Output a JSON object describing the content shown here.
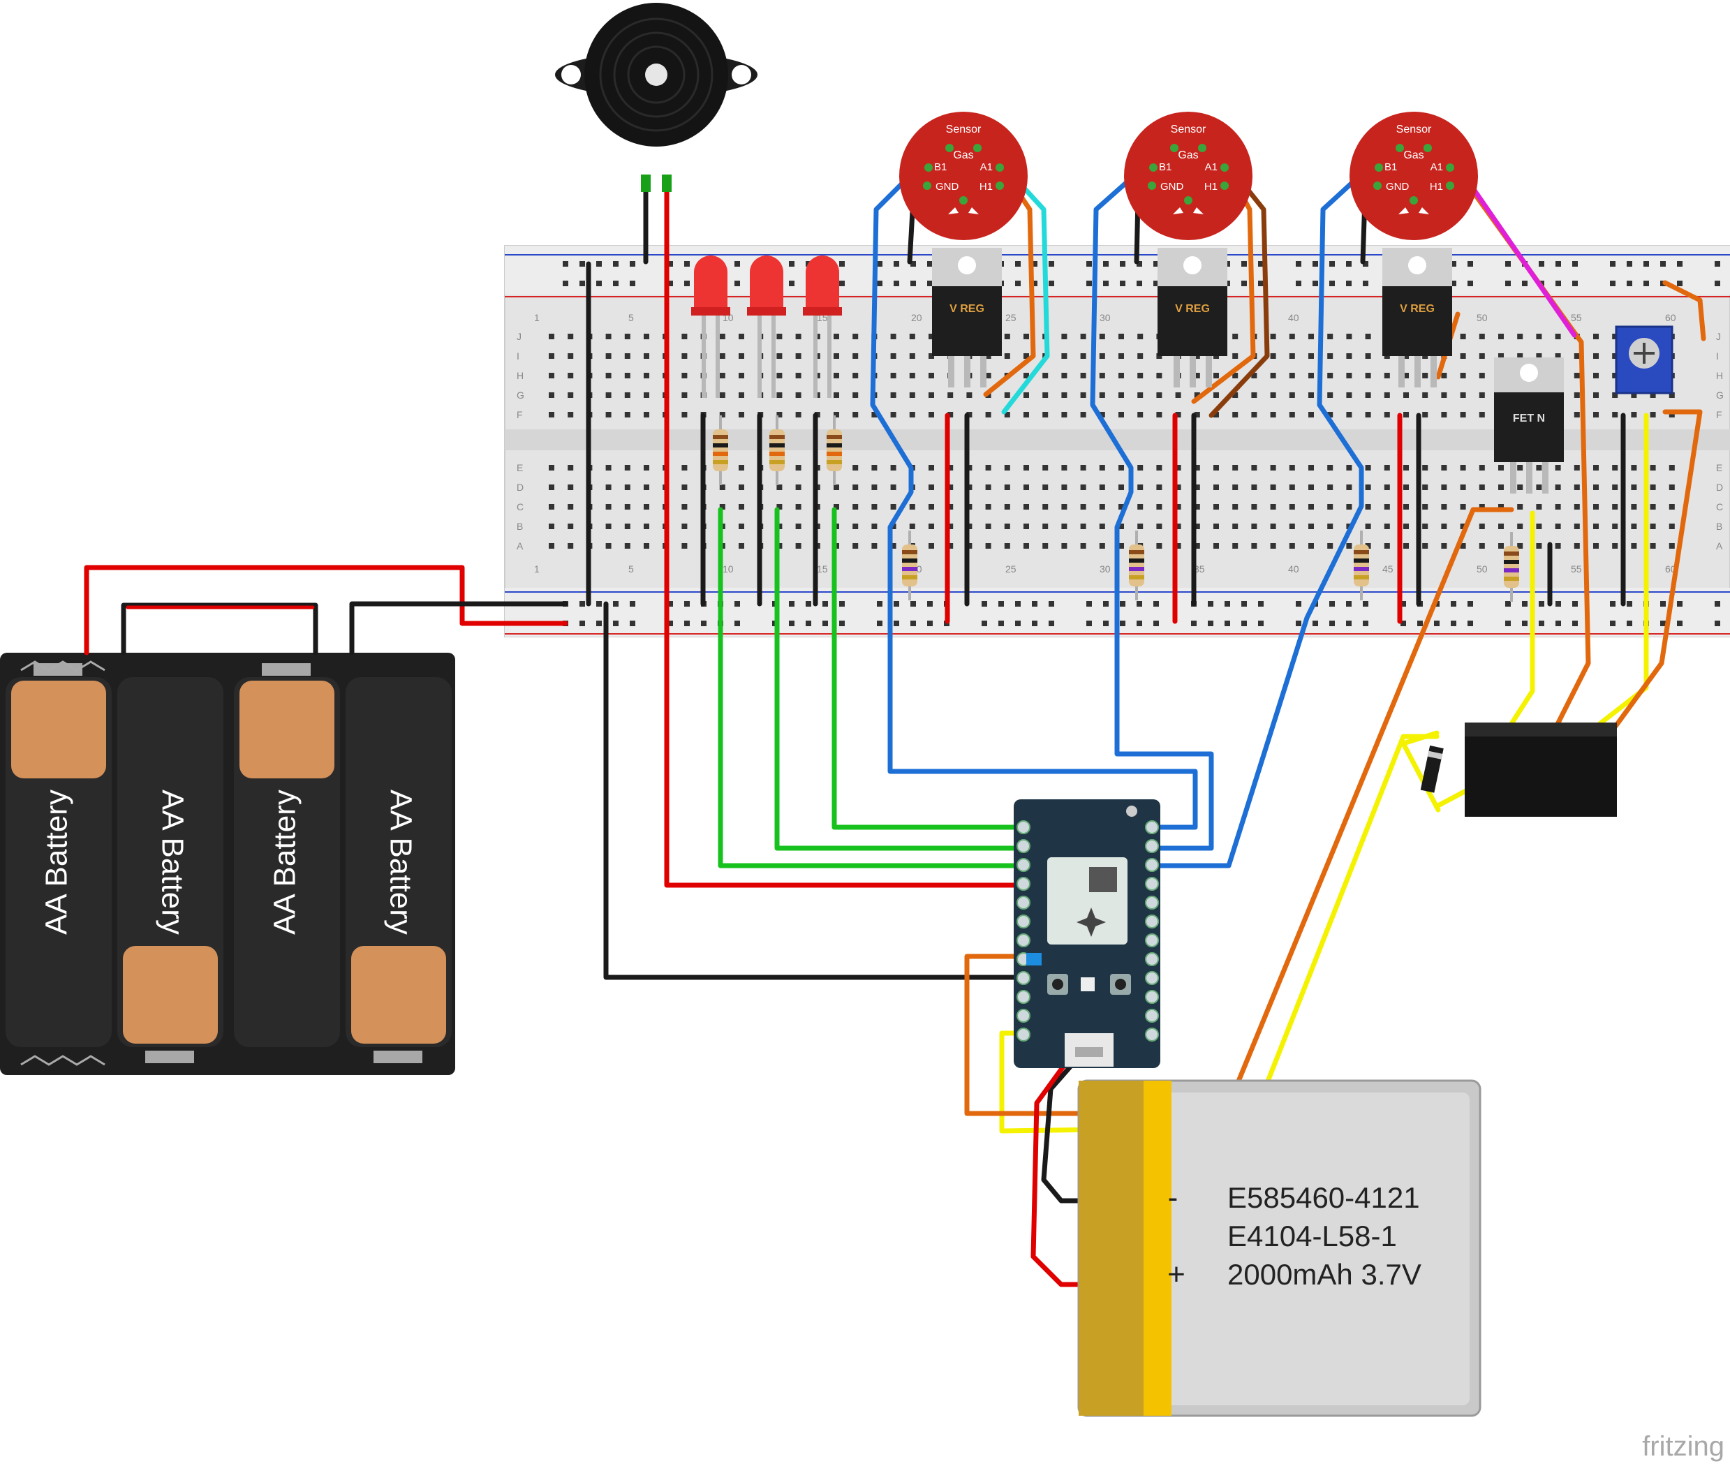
{
  "watermark": "fritzing",
  "batteries": {
    "cell_label": "AA Battery",
    "count": 4
  },
  "gas_sensors": [
    {
      "title": "Sensor",
      "subtitle": "Gas",
      "pin_b1": "B1",
      "pin_a1": "A1",
      "pin_gnd": "GND",
      "pin_h1": "H1"
    },
    {
      "title": "Sensor",
      "subtitle": "Gas",
      "pin_b1": "B1",
      "pin_a1": "A1",
      "pin_gnd": "GND",
      "pin_h1": "H1"
    },
    {
      "title": "Sensor",
      "subtitle": "Gas",
      "pin_b1": "B1",
      "pin_a1": "A1",
      "pin_gnd": "GND",
      "pin_h1": "H1"
    }
  ],
  "regulators": [
    {
      "label": "V REG"
    },
    {
      "label": "V REG"
    },
    {
      "label": "V REG"
    }
  ],
  "mosfet": {
    "label": "FET N"
  },
  "breadboard": {
    "row_letters_top": [
      "J",
      "I",
      "H",
      "G",
      "F"
    ],
    "row_letters_bottom": [
      "E",
      "D",
      "C",
      "B",
      "A"
    ],
    "column_numbers": [
      "1",
      "5",
      "10",
      "15",
      "20",
      "25",
      "30",
      "35",
      "40",
      "45",
      "50",
      "55",
      "60"
    ]
  },
  "lipo_battery": {
    "line1": "E585460-4121",
    "line2": "E4104-L58-1",
    "line3": "2000mAh 3.7V",
    "minus_sign": "-",
    "plus_sign": "+"
  },
  "colors": {
    "wire_red": "#e00000",
    "wire_black": "#1a1a1a",
    "wire_blue": "#1d6fd6",
    "wire_green": "#17c21e",
    "wire_orange": "#e2680e",
    "wire_yellow": "#f4f200",
    "wire_cyan": "#23d9d9",
    "wire_brown": "#8a3d0c",
    "wire_magenta": "#e020d8",
    "sensor_red": "#c8241e",
    "breadboard_bg": "#e6e6e6",
    "rail_blue": "#2b48c9",
    "rail_red": "#d62424",
    "led_red": "#ee3333",
    "battery_copper": "#d4915a",
    "lipo_gold": "#c8a024",
    "photon_board": "#1f3546"
  }
}
